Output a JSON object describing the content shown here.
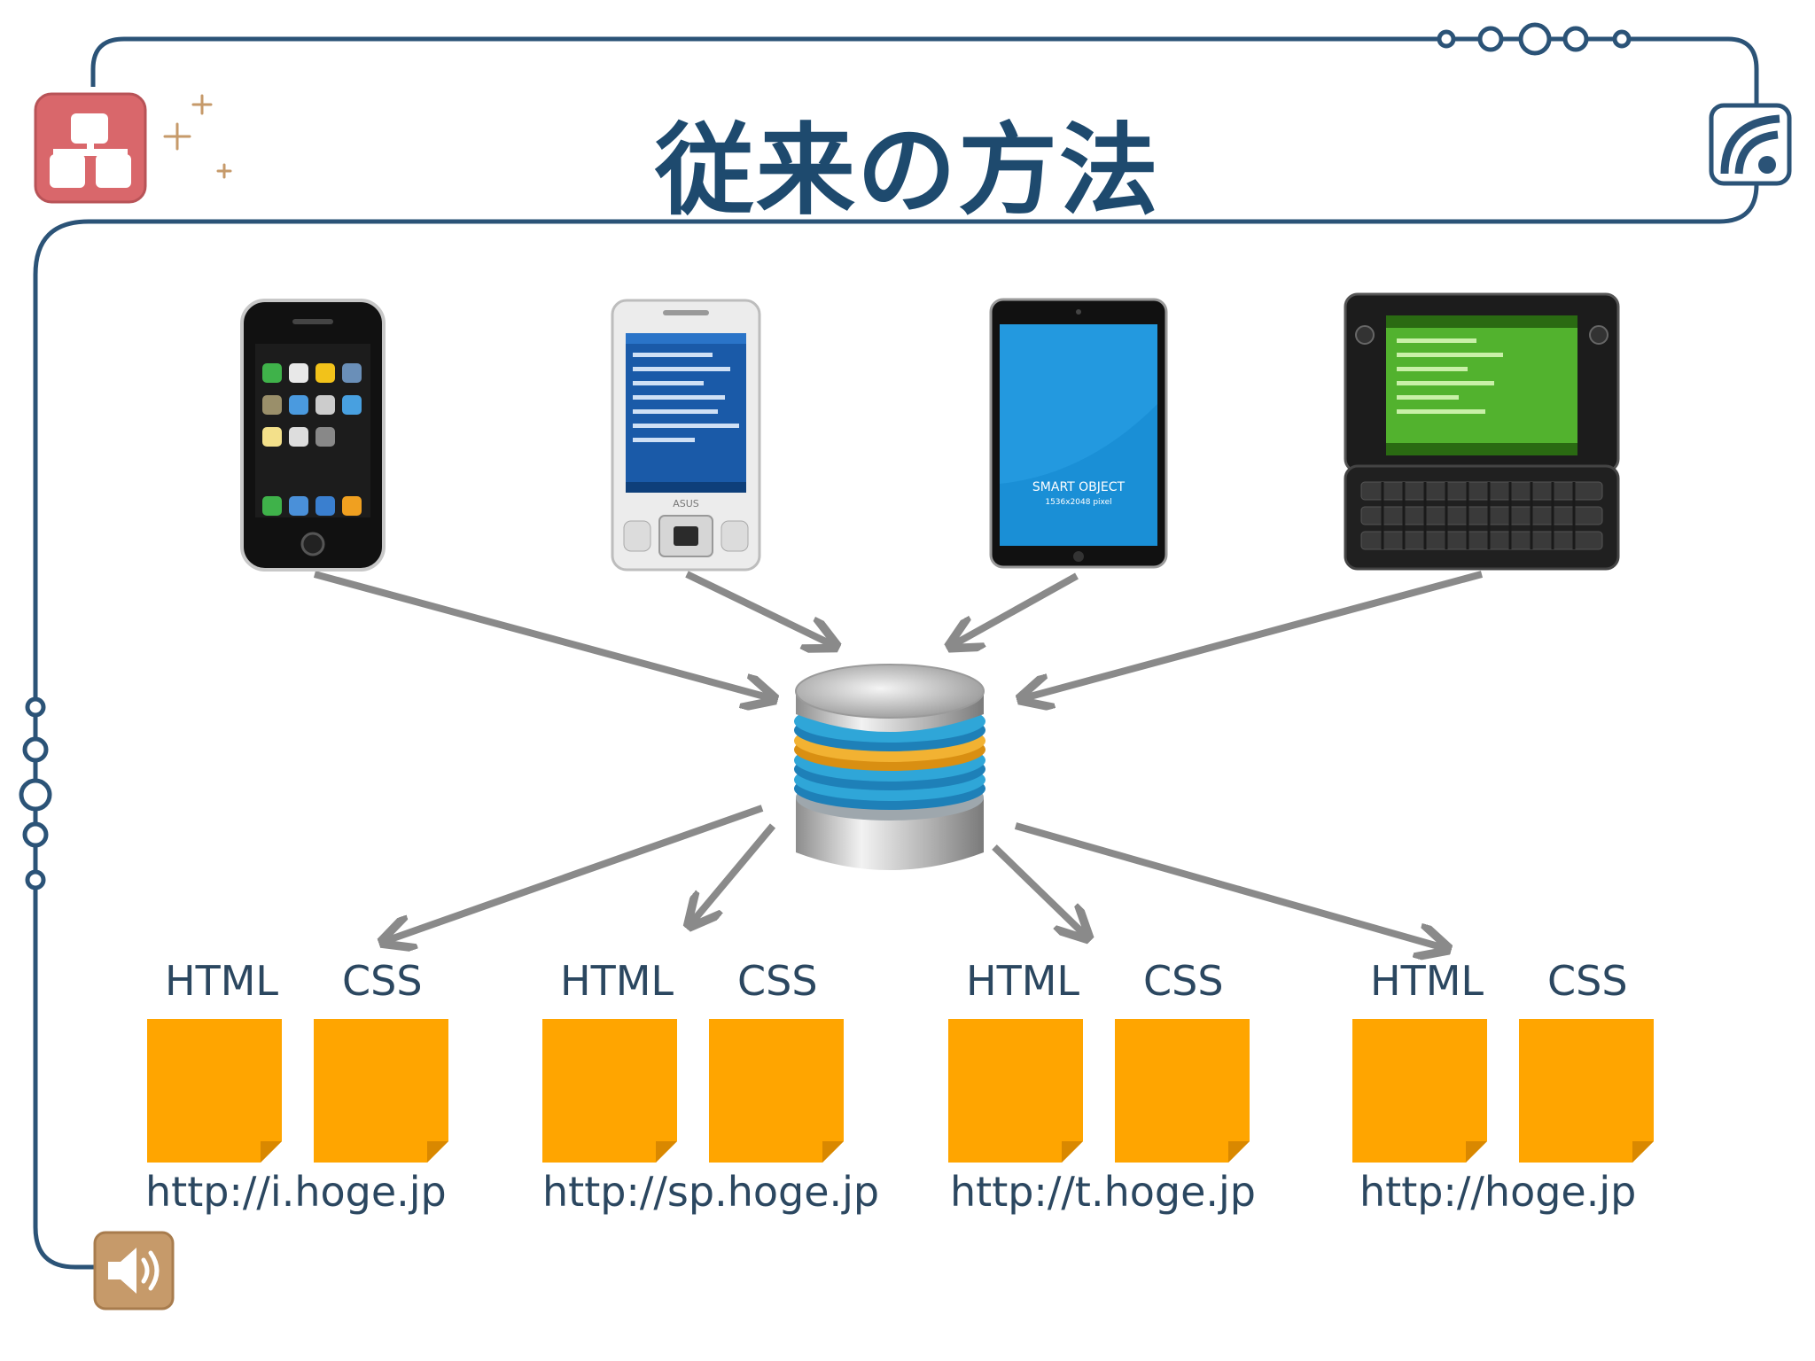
{
  "slide": {
    "title": "従来の方法",
    "colors": {
      "frame": "#2b5377",
      "title": "#1e4a6e",
      "file": "#ffa500",
      "arrow": "#8a8a8a",
      "corner_icon_red": "#d9676b",
      "corner_icon_brown": "#c69a6a"
    }
  },
  "devices": [
    {
      "name": "iphone",
      "icon": "iphone-icon"
    },
    {
      "name": "windows-mobile-phone",
      "icon": "pda-phone-icon",
      "brand": "ASUS"
    },
    {
      "name": "tablet",
      "icon": "tablet-icon",
      "screen_line1": "SMART OBJECT",
      "screen_line2": "1536x2048 pixel"
    },
    {
      "name": "umpc",
      "icon": "umpc-keyboard-icon"
    }
  ],
  "hub": {
    "icon": "database-icon"
  },
  "groups": [
    {
      "html_label": "HTML",
      "css_label": "CSS",
      "url": "http://i.hoge.jp"
    },
    {
      "html_label": "HTML",
      "css_label": "CSS",
      "url": "http://sp.hoge.jp"
    },
    {
      "html_label": "HTML",
      "css_label": "CSS",
      "url": "http://t.hoge.jp"
    },
    {
      "html_label": "HTML",
      "css_label": "CSS",
      "url": "http://hoge.jp"
    }
  ]
}
